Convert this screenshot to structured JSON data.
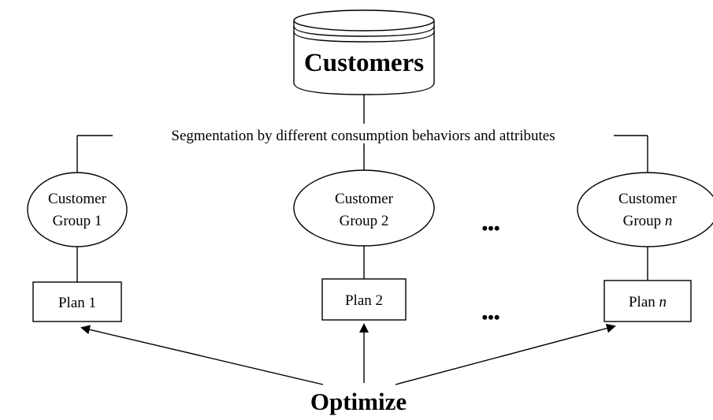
{
  "database": {
    "label": "Customers"
  },
  "segmentation": {
    "label": "Segmentation by different consumption behaviors and attributes"
  },
  "groups": [
    {
      "line1": "Customer",
      "line2_prefix": "Group",
      "line2_num": "1",
      "num_italic": false,
      "plan_prefix": "Plan",
      "plan_num": "1"
    },
    {
      "line1": "Customer",
      "line2_prefix": "Group",
      "line2_num": "2",
      "num_italic": false,
      "plan_prefix": "Plan",
      "plan_num": "2"
    },
    {
      "line1": "Customer",
      "line2_prefix": "Group",
      "line2_num": "n",
      "num_italic": true,
      "plan_prefix": "Plan",
      "plan_num": "n"
    }
  ],
  "ellipsis": "•••",
  "optimize": {
    "label": "Optimize"
  }
}
